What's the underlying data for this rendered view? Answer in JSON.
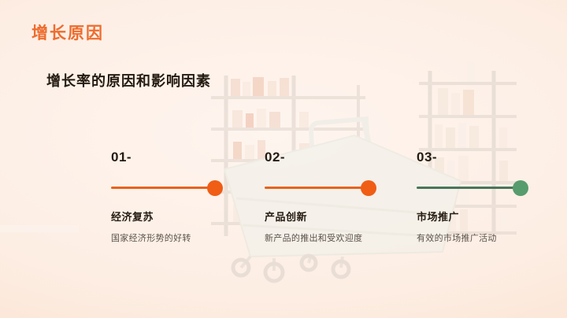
{
  "slide": {
    "title": "增长原因",
    "subtitle": "增长率的原因和影响因素",
    "background": {
      "image_subject": "faded supermarket shelves with shopping cart",
      "base_color": "#fdf0e8",
      "edge_color": "#f9ddc6"
    }
  },
  "timeline": {
    "items": [
      {
        "number": "01-",
        "label": "经济复苏",
        "description": "国家经济形势的好转",
        "line_color": "#e8621e",
        "dot_color": "#f05d15"
      },
      {
        "number": "02-",
        "label": "产品创新",
        "description": "新产品的推出和受欢迎度",
        "line_color": "#e8621e",
        "dot_color": "#f05d15"
      },
      {
        "number": "03-",
        "label": "市场推广",
        "description": "有效的市场推广活动",
        "line_color": "#48765b",
        "dot_color": "#579c6d"
      }
    ]
  },
  "colors": {
    "title_text": "#ee6c2e",
    "heading_text": "#241b11",
    "description_text": "#5a524b"
  }
}
